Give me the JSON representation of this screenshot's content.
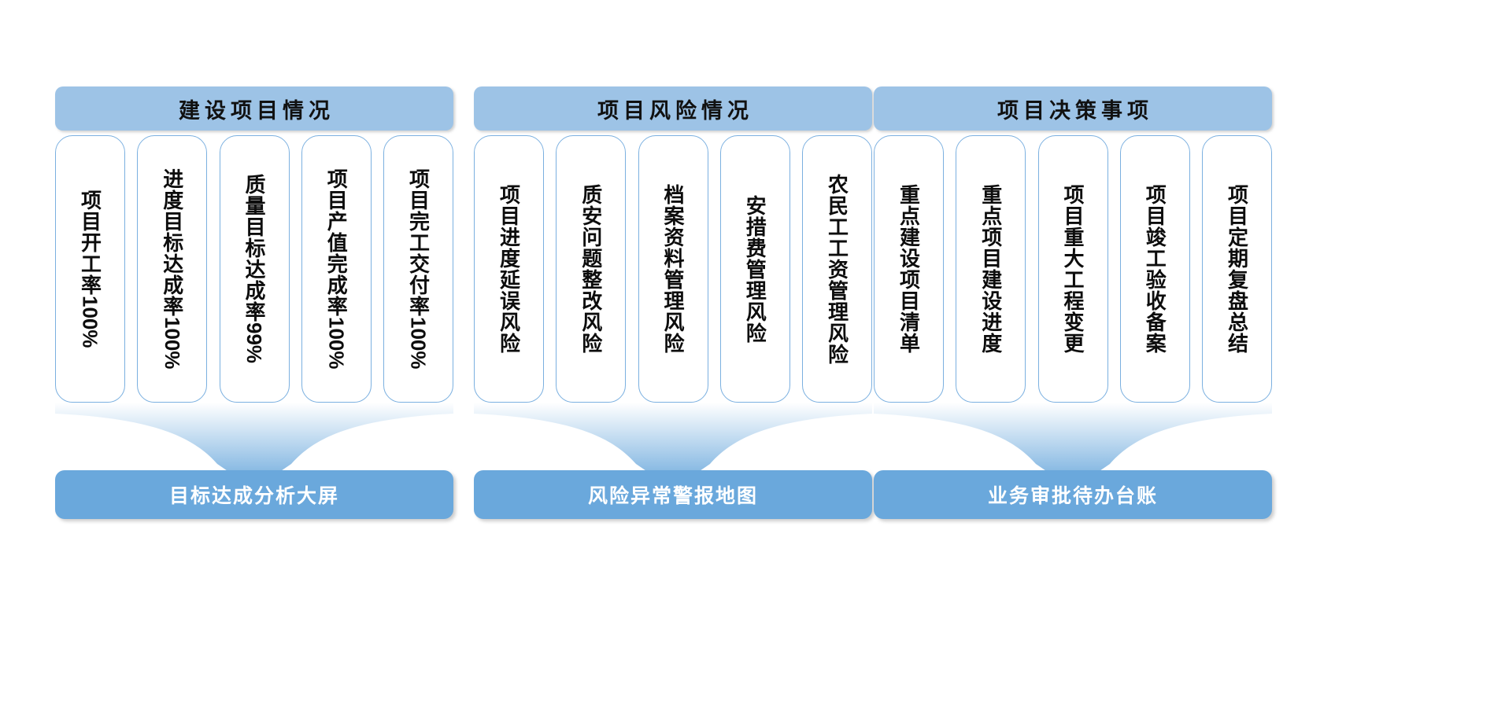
{
  "colors": {
    "header_fill": "#9dc3e6",
    "pill_border": "#7bb0e0",
    "pill_fill": "#ffffff",
    "funnel_top": "#ffffff",
    "funnel_bottom": "#6aa8dc",
    "bottom_bar_fill": "#6aa8dc",
    "header_text": "#111111",
    "bottom_text": "#ffffff",
    "page_background": "#ffffff"
  },
  "groups": [
    {
      "header": "建设项目情况",
      "items": [
        {
          "text": "项目开工率100%",
          "cn": "项目开工率",
          "num": "100%"
        },
        {
          "text": "进度目标达成率100%",
          "cn": "进度目标达成率",
          "num": "100%"
        },
        {
          "text": "质量目标达成率99%",
          "cn": "质量目标达成率",
          "num": "99%"
        },
        {
          "text": "项目产值完成率100%",
          "cn": "项目产值完成率",
          "num": "100%"
        },
        {
          "text": "项目完工交付率100%",
          "cn": "项目完工交付率",
          "num": "100%"
        }
      ],
      "result": "目标达成分析大屏"
    },
    {
      "header": "项目风险情况",
      "items": [
        {
          "text": "项目进度延误风险",
          "cn": "项目进度延误风险",
          "num": ""
        },
        {
          "text": "质安问题整改风险",
          "cn": "质安问题整改风险",
          "num": ""
        },
        {
          "text": "档案资料管理风险",
          "cn": "档案资料管理风险",
          "num": ""
        },
        {
          "text": "安措费管理风险",
          "cn": "安措费管理风险",
          "num": ""
        },
        {
          "text": "农民工工资管理风险",
          "cn": "农民工工资管理风险",
          "num": ""
        }
      ],
      "result": "风险异常警报地图"
    },
    {
      "header": "项目决策事项",
      "items": [
        {
          "text": "重点建设项目清单",
          "cn": "重点建设项目清单",
          "num": ""
        },
        {
          "text": "重点项目建设进度",
          "cn": "重点项目建设进度",
          "num": ""
        },
        {
          "text": "项目重大工程变更",
          "cn": "项目重大工程变更",
          "num": ""
        },
        {
          "text": "项目竣工验收备案",
          "cn": "项目竣工验收备案",
          "num": ""
        },
        {
          "text": "项目定期复盘总结",
          "cn": "项目定期复盘总结",
          "num": ""
        }
      ],
      "result": "业务审批待办台账"
    }
  ]
}
